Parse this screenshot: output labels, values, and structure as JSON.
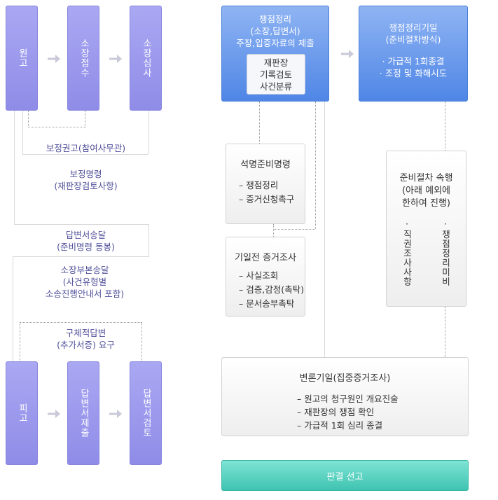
{
  "left_top": {
    "plaintiff": "원고",
    "complaint_filing": "소장접수",
    "complaint_review": "소장심사"
  },
  "left_bottom": {
    "defendant": "피고",
    "answer_submit": "답변서제출",
    "answer_review": "답변서검토"
  },
  "flow_labels": {
    "correction_recommend": "보정권고(참여사무관)",
    "correction_order": "보정명령",
    "correction_order_sub": "(재판장검토사항)",
    "answer_service": "답변서송달",
    "answer_service_sub": "(준비명령 동봉)",
    "complaint_copy": "소장부본송달",
    "complaint_copy_sub1": "(사건유형별",
    "complaint_copy_sub2": "소송진행안내서 포함)",
    "specific_answer": "구체적답변",
    "specific_answer_sub": "(추가서증) 요구"
  },
  "issue_box": {
    "title": "쟁점정리",
    "sub": "(소장,답변서)",
    "line3": "주장,입증자료의 제출",
    "inner": [
      "재판장",
      "기록검토",
      "사건분류"
    ]
  },
  "issue_date_box": {
    "title": "쟁점정리기일",
    "sub": "(준비절차방식)",
    "items": [
      "· 가급적 1회종결",
      "· 조정 및 화해시도"
    ]
  },
  "explain_order": {
    "title": "석명준비명령",
    "items": [
      "– 쟁점정리",
      "– 증거신청촉구"
    ]
  },
  "pre_evidence": {
    "title": "기일전 증거조사",
    "items": [
      "– 사실조회",
      "– 검증,감정(촉탁)",
      "– 문서송부촉탁"
    ]
  },
  "prep_proc": {
    "title_lines": [
      "준비절차 속행",
      "(아래 예외에",
      "한하여 진행)"
    ],
    "col1": "·직권조사사항",
    "col2": "·쟁점정리미비"
  },
  "hearing": {
    "title": "변론기일(집중증거조사)",
    "items": [
      "– 원고의 청구원인 개요진술",
      "– 재판장의 쟁점 확인",
      "– 가급적 1회 심리 종결"
    ]
  },
  "verdict": "판결 선고",
  "colors": {
    "purple": "#9a97ee",
    "blue": "#5b8fe8",
    "teal": "#4ccbb9",
    "label": "#50509a"
  }
}
